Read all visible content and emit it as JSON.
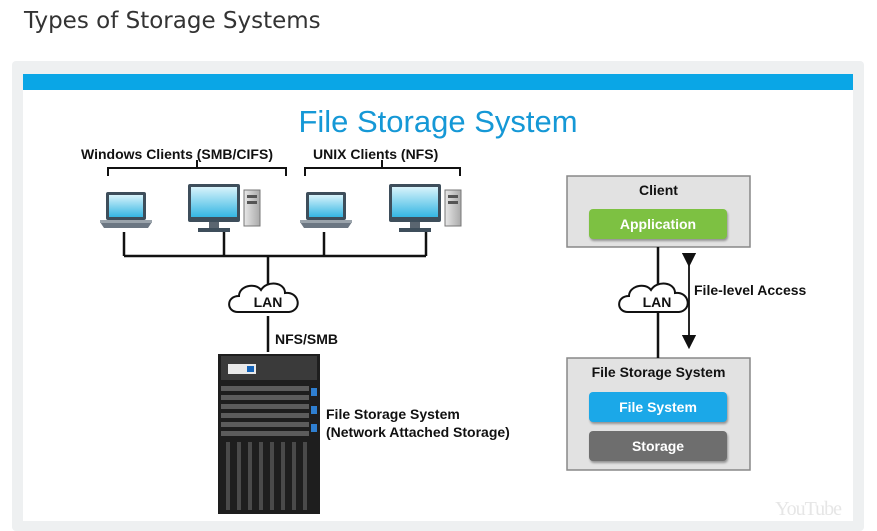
{
  "page": {
    "title": "Types of Storage Systems"
  },
  "slide": {
    "title": "File Storage System",
    "left": {
      "windows_group": "Windows Clients (SMB/CIFS)",
      "unix_group": "UNIX Clients (NFS)",
      "lan": "LAN",
      "protocol": "NFS/SMB",
      "storage_label_line1": "File Storage System",
      "storage_label_line2": "(Network Attached Storage)"
    },
    "right": {
      "client_title": "Client",
      "application": "Application",
      "lan": "LAN",
      "access": "File-level Access",
      "fss_title": "File Storage System",
      "file_system": "File System",
      "storage": "Storage"
    },
    "watermark": "YouTube"
  },
  "colors": {
    "title_blue": "#1598d6",
    "top_bar": "#0aa6e6",
    "application_green": "#7dc142",
    "file_system_blue": "#1ba8e8",
    "storage_gray": "#6e6e6e",
    "box_gray": "#e2e2e2"
  }
}
